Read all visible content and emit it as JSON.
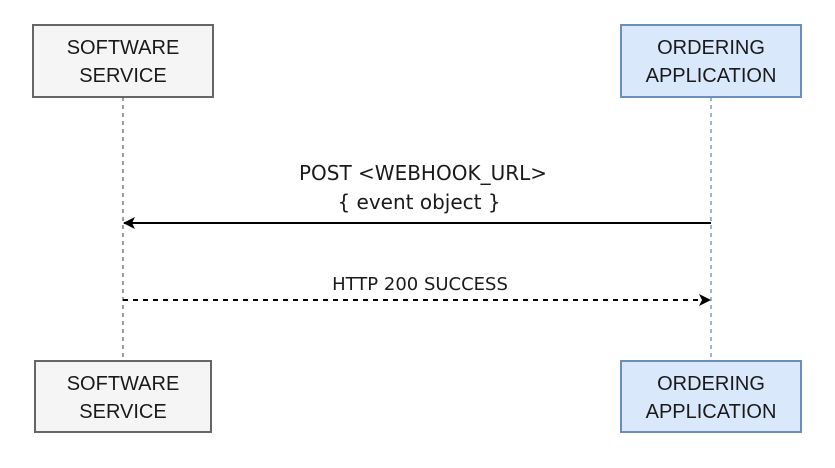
{
  "actors": {
    "software_service": {
      "lines": [
        "SOFTWARE",
        "SERVICE"
      ],
      "fill": "#f5f5f5",
      "stroke": "#666666"
    },
    "ordering_application": {
      "lines": [
        "ORDERING",
        "APPLICATION"
      ],
      "fill": "#dae8fc",
      "stroke": "#6c8ebf"
    }
  },
  "messages": {
    "webhook_post": {
      "line1": "POST <WEBHOOK_URL>",
      "line2": "{ event object }",
      "from": "ordering_application",
      "to": "software_service",
      "style": "solid"
    },
    "http_response": {
      "label": "HTTP 200 SUCCESS",
      "from": "software_service",
      "to": "ordering_application",
      "style": "dashed"
    }
  },
  "colors": {
    "arrow": "#000000",
    "lifeline_software": "#666666",
    "lifeline_ordering": "#6c8ebf"
  }
}
